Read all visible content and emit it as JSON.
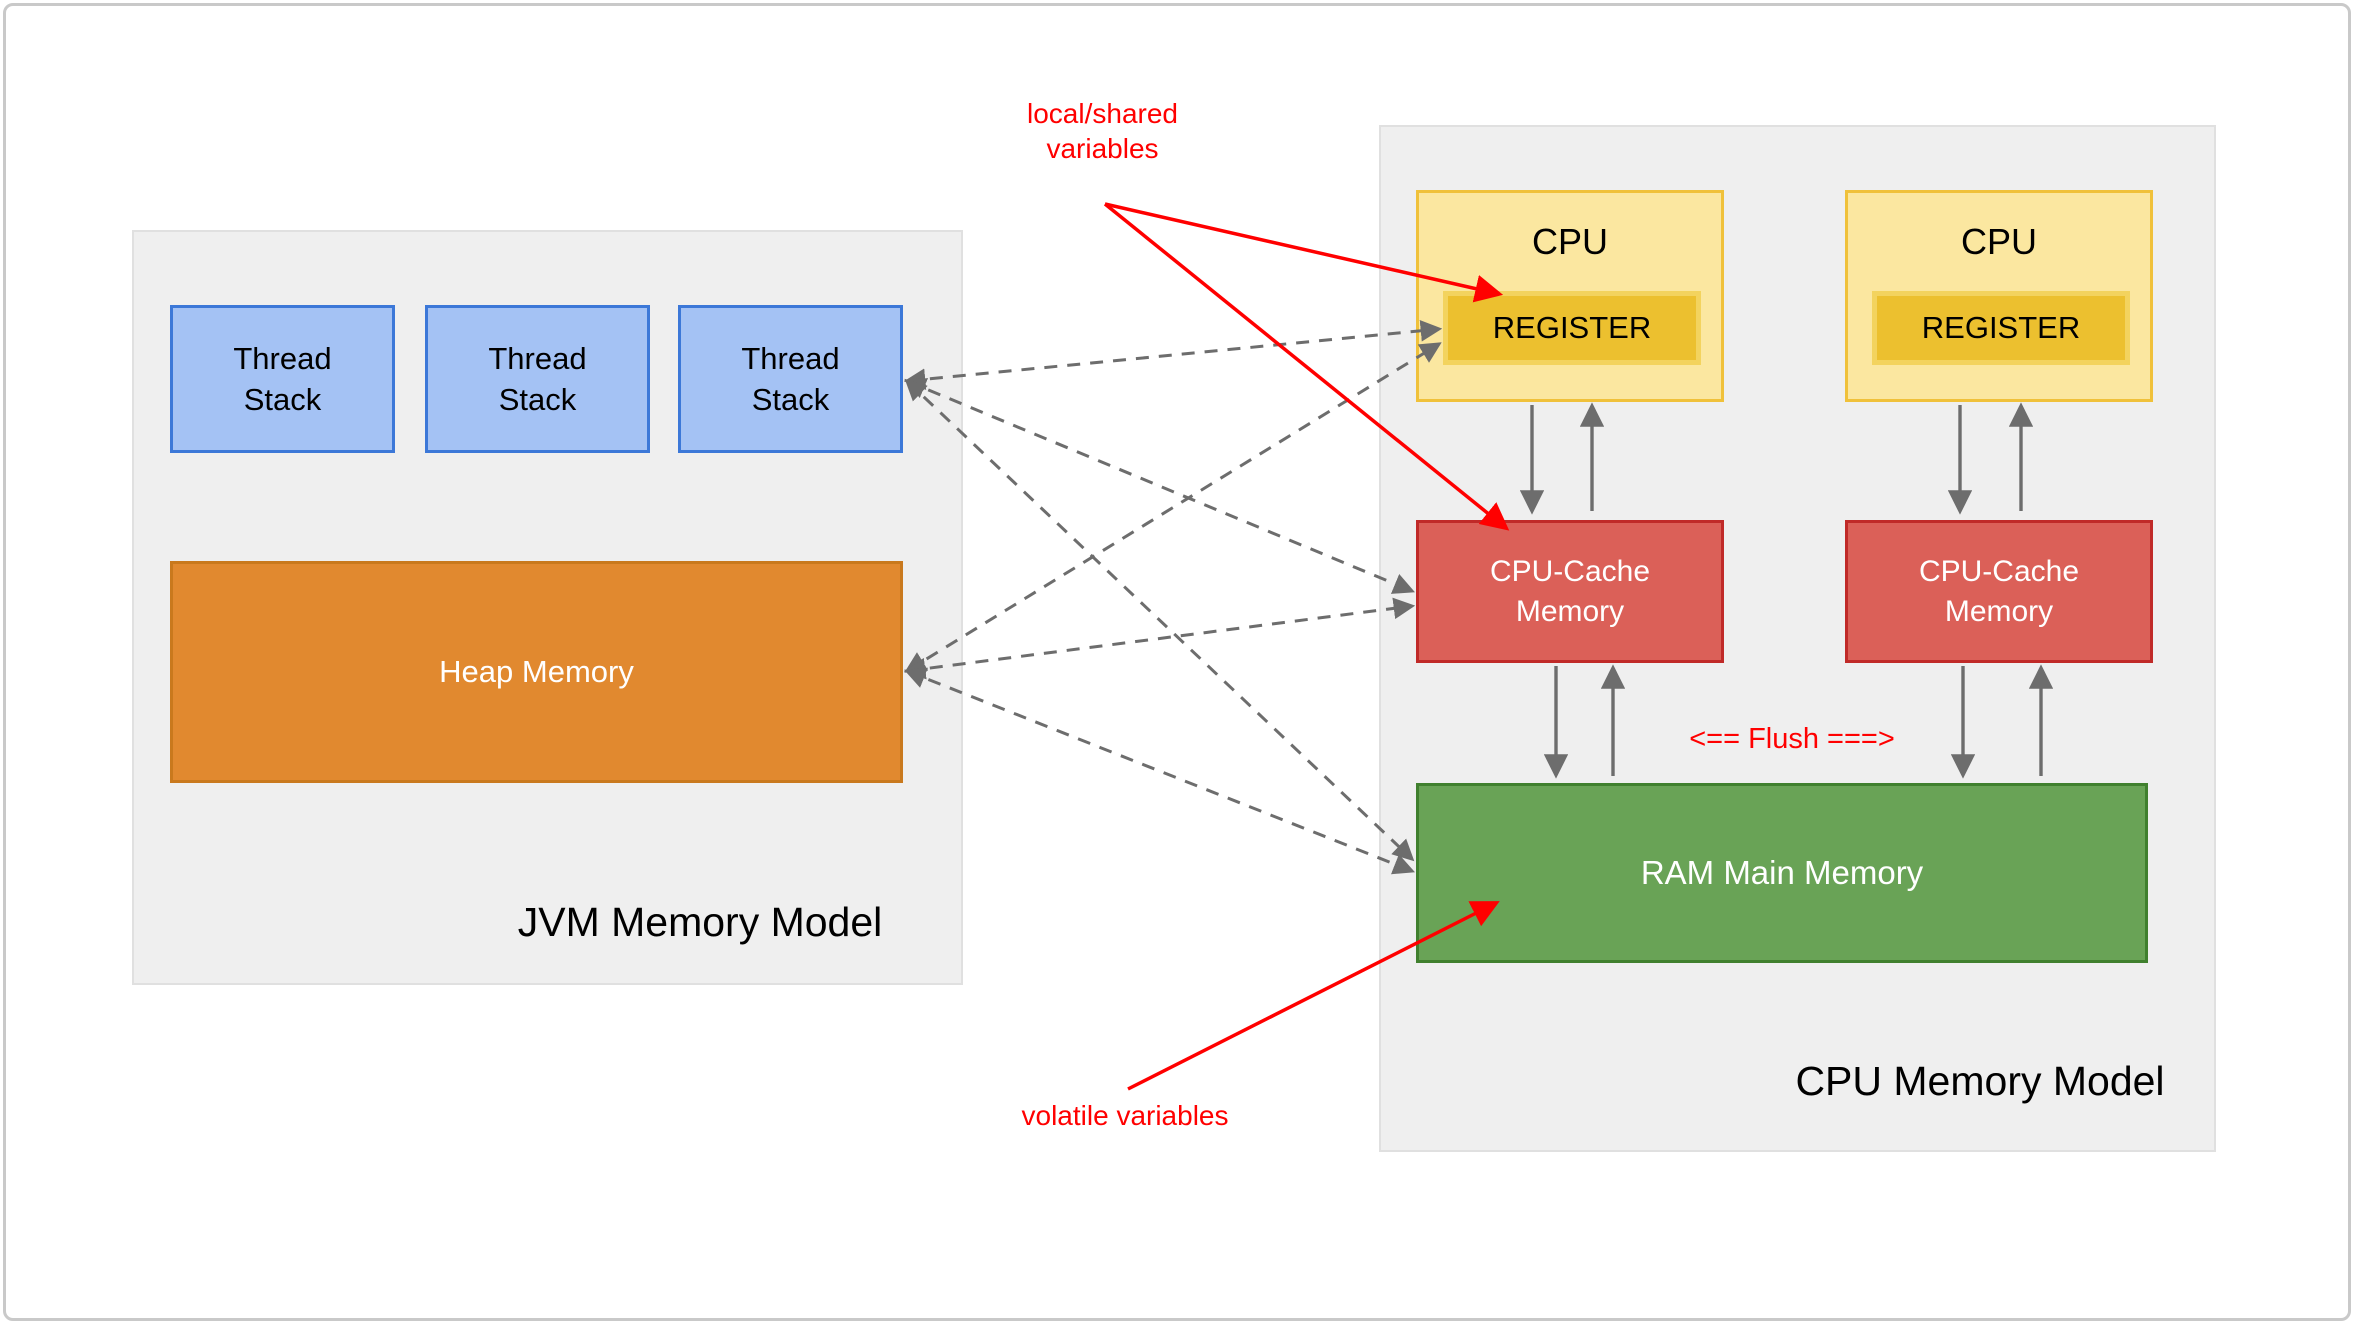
{
  "jvm": {
    "title": "JVM Memory Model",
    "thread_stack": {
      "line1": "Thread",
      "line2": "Stack"
    },
    "heap_label": "Heap Memory"
  },
  "cpu": {
    "title": "CPU Memory Model",
    "cpu_label": "CPU",
    "register_label": "REGISTER",
    "cache": {
      "line1": "CPU-Cache",
      "line2": "Memory"
    },
    "ram_label": "RAM Main Memory",
    "flush_label": "<== Flush ===>"
  },
  "annotations": {
    "local_shared": {
      "line1": "local/shared",
      "line2": "variables"
    },
    "volatile_label": "volatile variables"
  },
  "colors": {
    "accent_red": "#ff0000",
    "arrow_gray": "#6d6d6d",
    "panel_fill": "#efefef",
    "stack_fill": "#a4c2f4",
    "stack_border": "#3c78d8",
    "heap_fill": "#e1892f",
    "cpu_fill": "#fbe7a0",
    "cpu_border": "#f0c13a",
    "register_fill": "#ecc02f",
    "cache_fill": "#db6058",
    "cache_border": "#c02a28",
    "ram_fill": "#69a356",
    "ram_border": "#40802e"
  }
}
